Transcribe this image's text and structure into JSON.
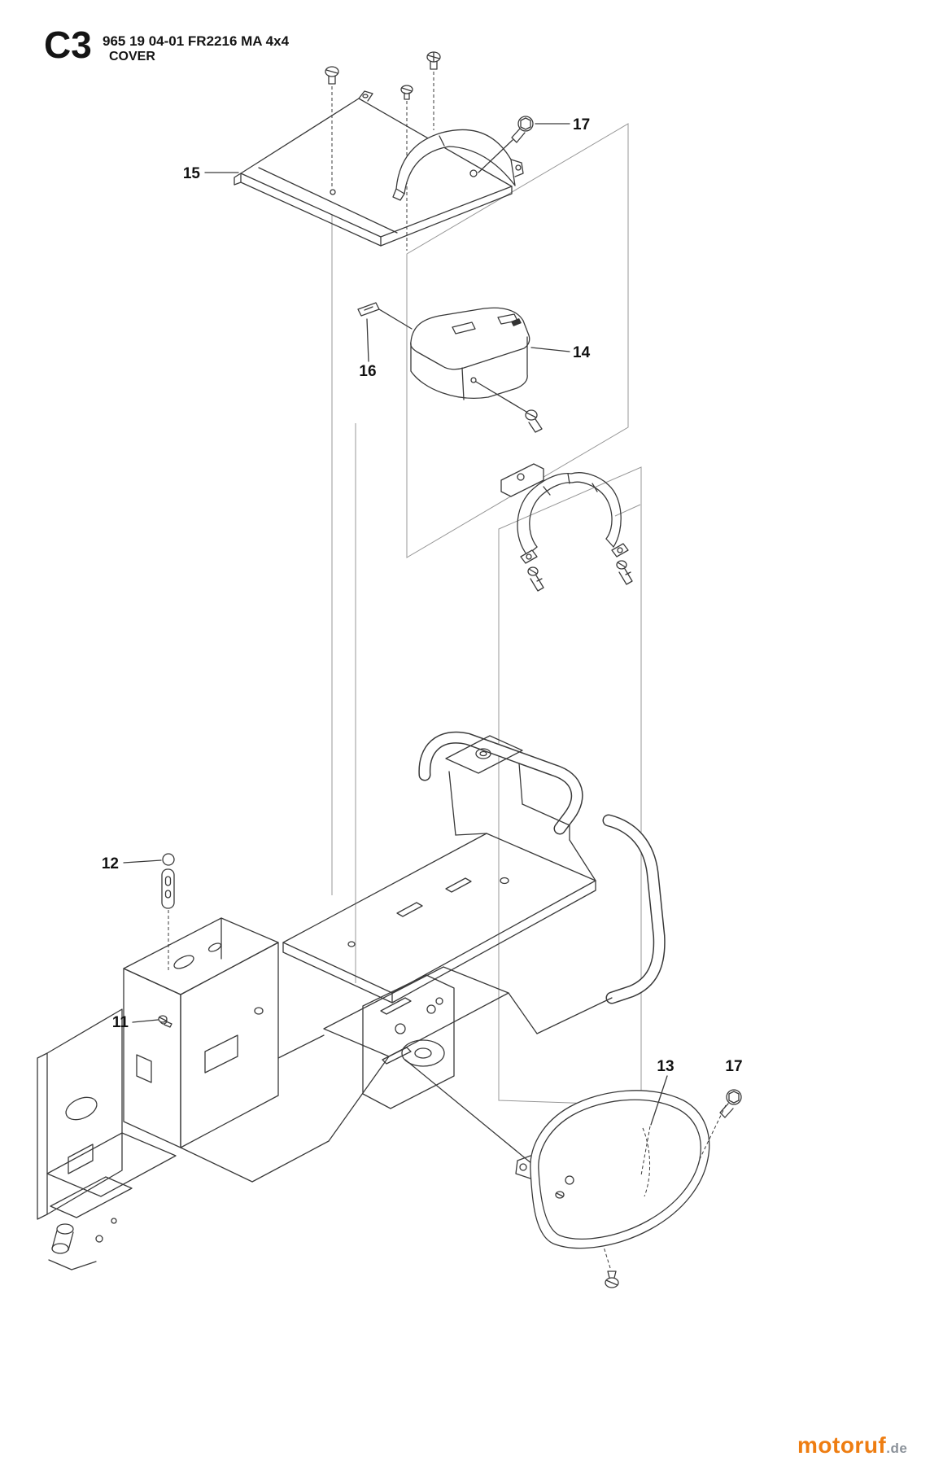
{
  "header": {
    "section": "C3",
    "model": "965 19 04-01 FR2216 MA 4x4",
    "subtitle": "COVER"
  },
  "labels": {
    "p15": "15",
    "p17_top": "17",
    "p16": "16",
    "p14": "14",
    "p12": "12",
    "p11": "11",
    "p13": "13",
    "p17_bottom": "17"
  },
  "watermark": {
    "name": "motoruf",
    "tld": ".de",
    "name_color": "#ee7d11",
    "tld_color": "#8a9199"
  },
  "colors": {
    "line": "#3a3a3a",
    "plane": "#979797",
    "background": "#ffffff"
  }
}
